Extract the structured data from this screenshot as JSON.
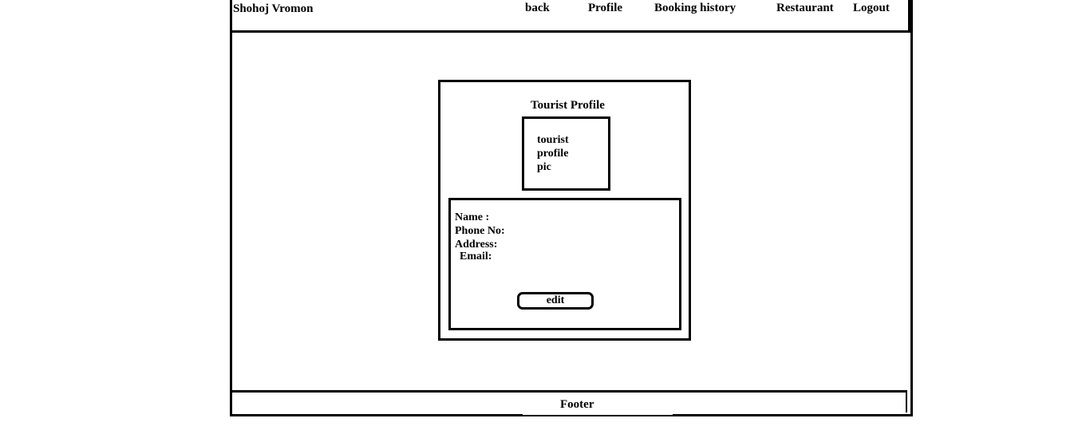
{
  "header": {
    "brand": "Shohoj Vromon",
    "nav": {
      "back": "back",
      "profile": "Profile",
      "booking_history": "Booking history",
      "restaurant": "Restaurant",
      "logout": "Logout"
    }
  },
  "profile_card": {
    "title": "Tourist Profile",
    "pic_placeholder": [
      "tourist",
      "profile",
      "pic"
    ],
    "fields": {
      "name": "Name :",
      "phone": "Phone No:",
      "address": "Address:",
      "email": "Email:"
    },
    "edit_label": "edit"
  },
  "footer": {
    "text": "Footer"
  },
  "colors": {
    "line": "#000000",
    "background": "#ffffff"
  }
}
